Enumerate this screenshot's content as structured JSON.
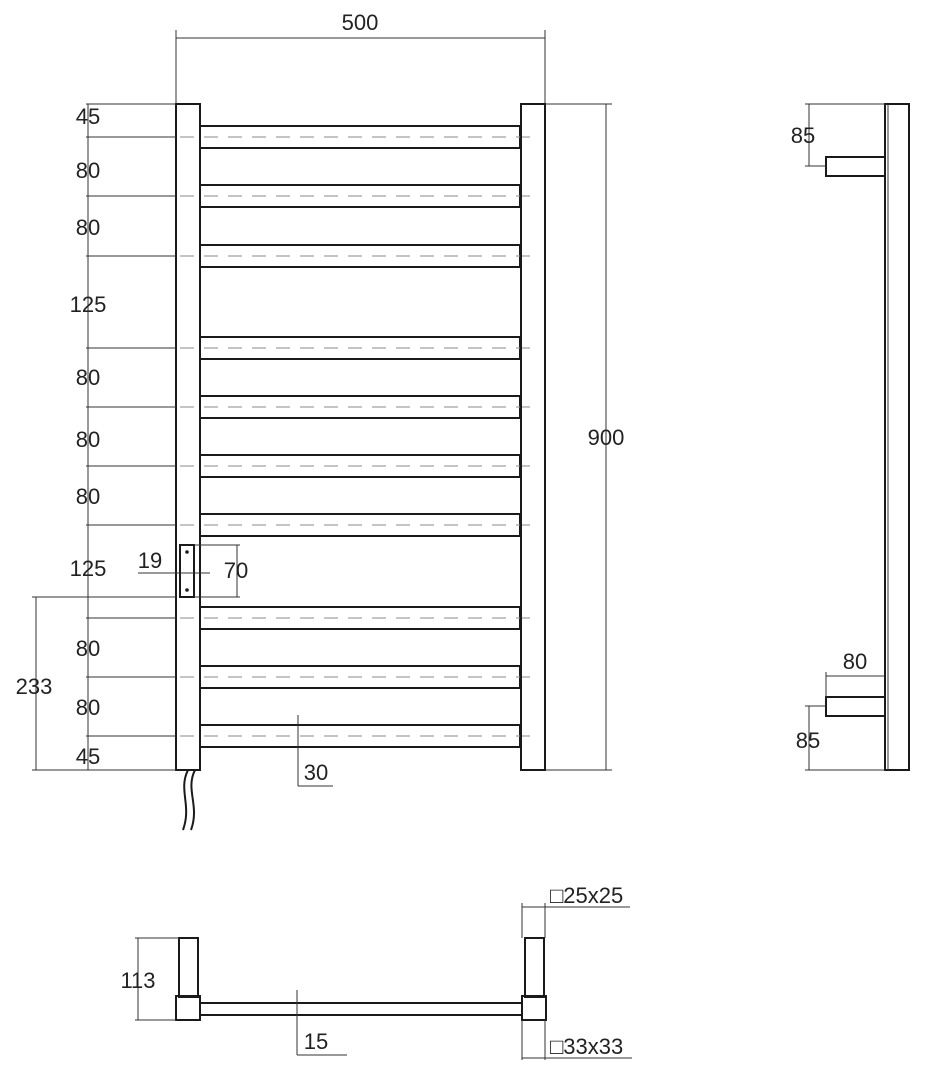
{
  "front_view": {
    "overall_width": "500",
    "overall_height": "900",
    "spacing_labels": [
      "45",
      "80",
      "80",
      "125",
      "80",
      "80",
      "80",
      "125",
      "80",
      "80",
      "45"
    ],
    "box_width": "19",
    "box_height": "70",
    "bottom_offset": "233",
    "bar_thickness": "30"
  },
  "side_view": {
    "top_offset": "85",
    "depth": "80",
    "bottom_offset": "85"
  },
  "top_view": {
    "depth": "113",
    "bar_thickness": "15",
    "tube_top": "□25x25",
    "tube_bottom": "□33x33"
  }
}
